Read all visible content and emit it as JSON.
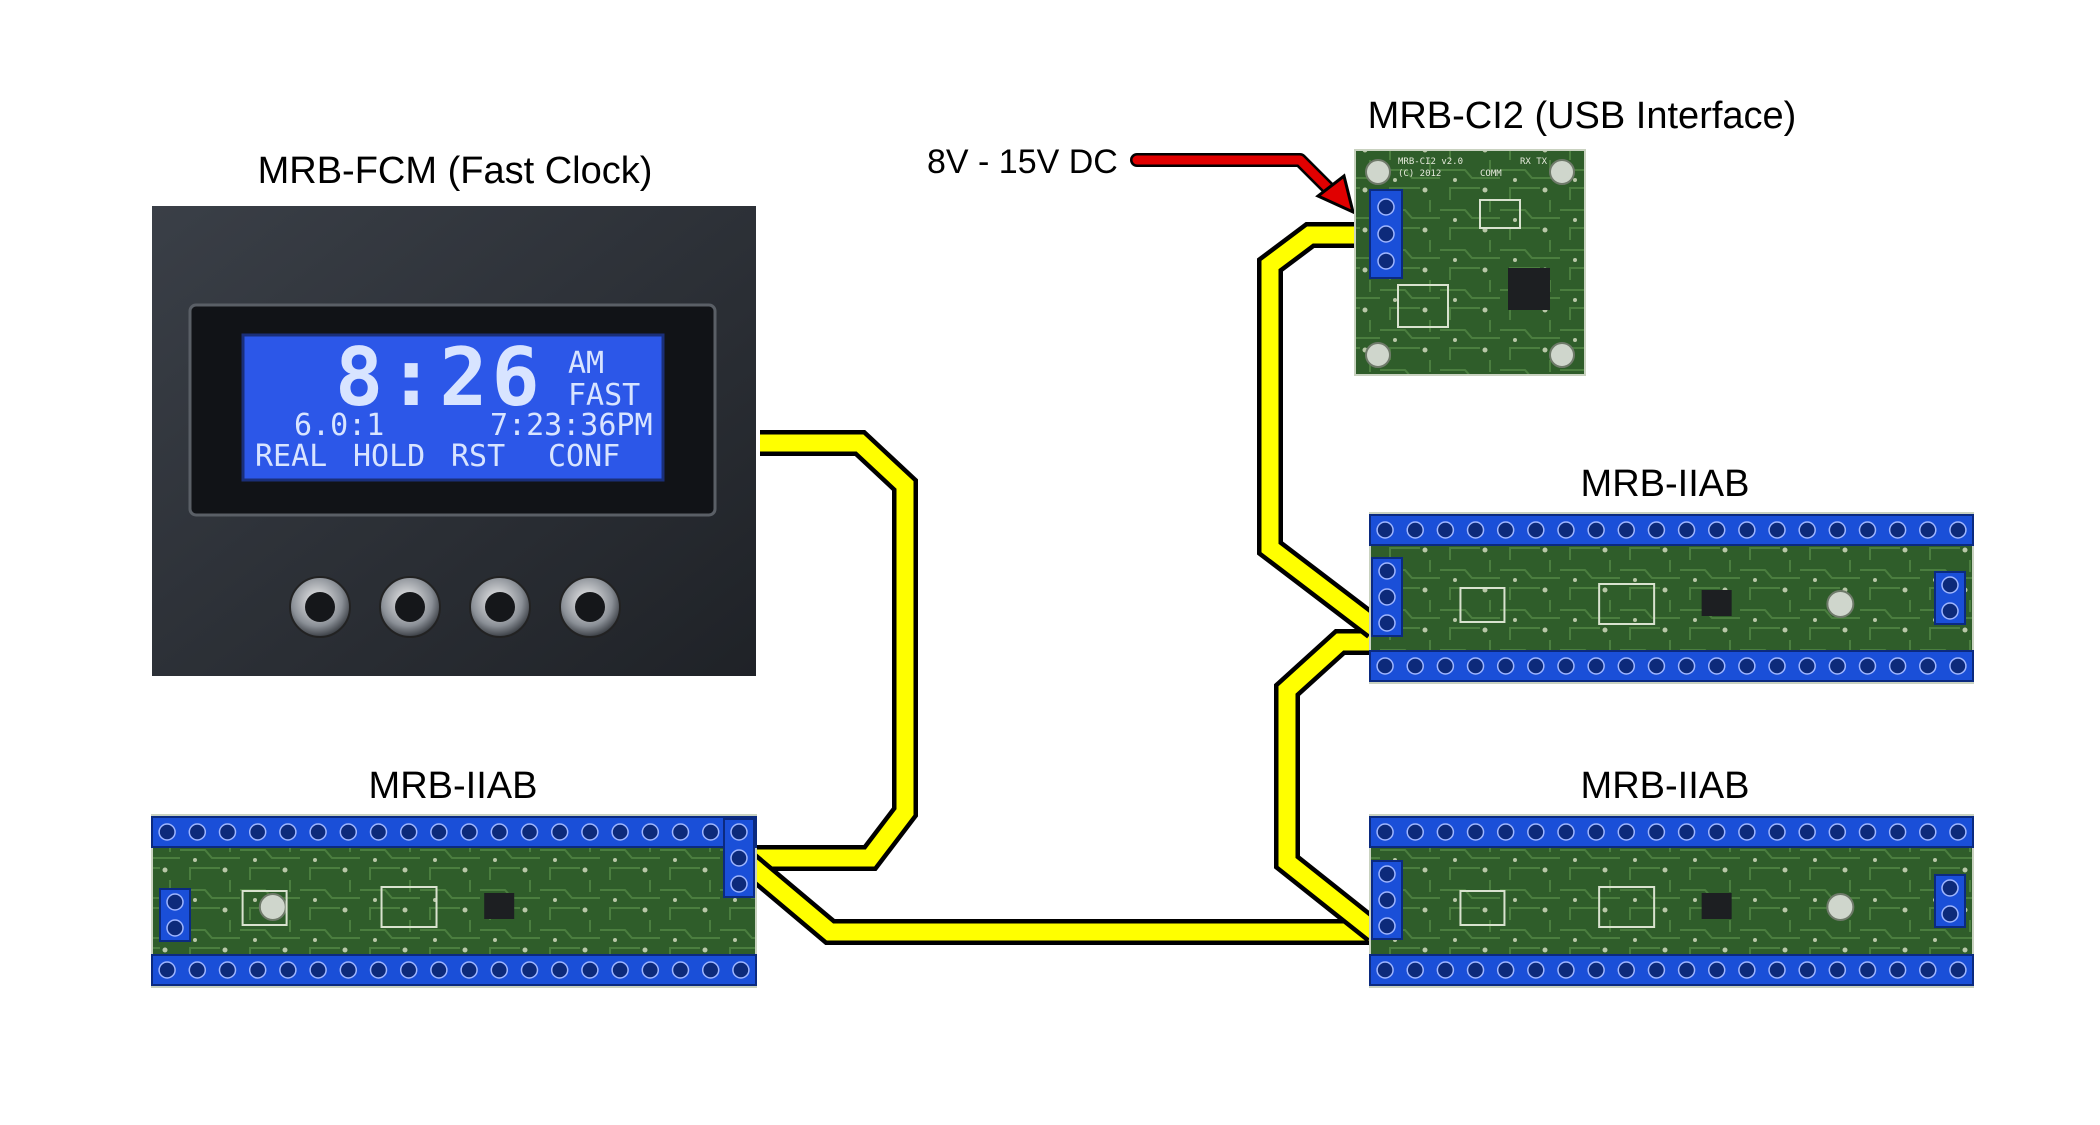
{
  "labels": {
    "fcm": "MRB-FCM (Fast Clock)",
    "ci2": "MRB-CI2 (USB Interface)",
    "power": "8V - 15V DC",
    "iiab_left": "MRB-IIAB",
    "iiab_right_top": "MRB-IIAB",
    "iiab_right_bottom": "MRB-IIAB"
  },
  "lcd": {
    "time": "8:26",
    "ampm": "AM",
    "mode": "FAST",
    "ratio": "6.0:1",
    "real_time": "7:23:36PM",
    "menu": [
      "REAL",
      "HOLD",
      "RST",
      "CONF"
    ]
  },
  "board_silkscreen": {
    "ci2_title": "MRB-CI2 v2.0",
    "ci2_year": "(C) 2012",
    "ci2_comm": "COMM",
    "ci2_rxtx": "RX TX"
  },
  "colors": {
    "cable": "#ffff00",
    "power_arrow": "#e00000",
    "pcb_green": "#2f5d2a",
    "terminal_blue": "#1a4fd8",
    "lcd_blue": "#2c57e8",
    "panel": "#2a2e35"
  }
}
